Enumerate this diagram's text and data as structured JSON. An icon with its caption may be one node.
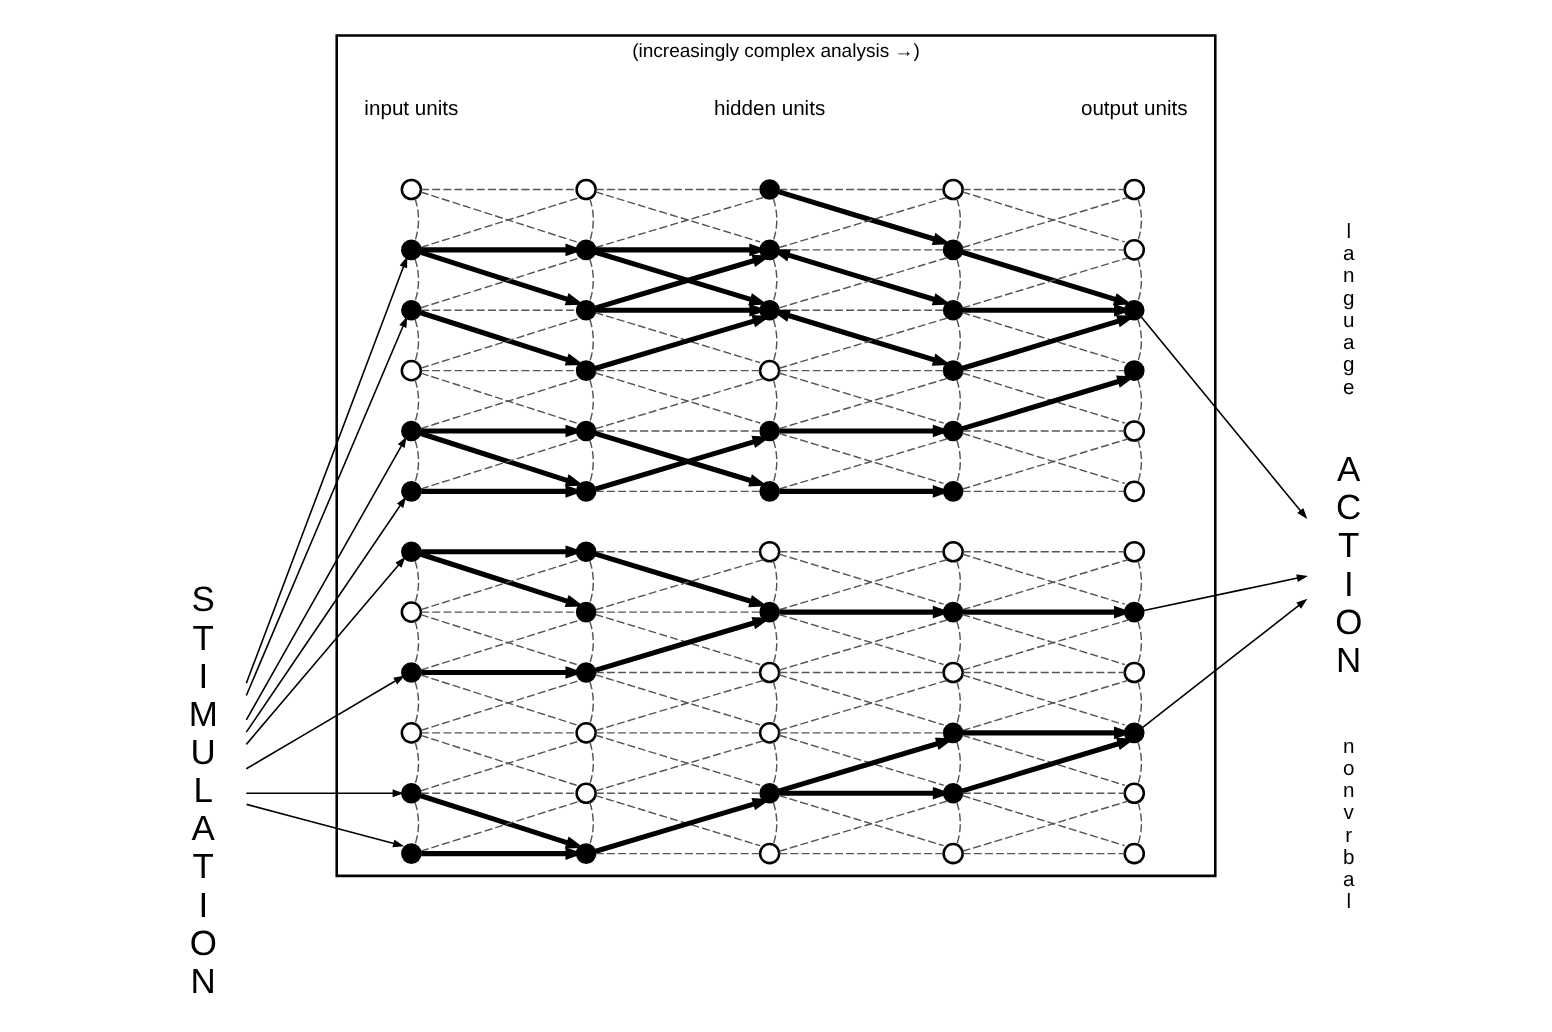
{
  "diagram": {
    "nodes": [
      {
        "text": [
          "STIMULATION"
        ]
      },
      {
        "text": [
          "(increasingly complex analysis →)"
        ]
      },
      {
        "text": [],
        "shape": "circle",
        "in": 1
      },
      {
        "text": [],
        "shape": "dot",
        "in": 1
      },
      {
        "text": [],
        "shape": "dot",
        "in": 1
      },
      {
        "text": [],
        "shape": "circle",
        "in": 1
      },
      {
        "text": [],
        "shape": "dot",
        "in": 1
      },
      {
        "text": [],
        "shape": "dot",
        "in": 1
      },
      {
        "text": [],
        "shape": "dot",
        "in": 1
      },
      {
        "text": [],
        "shape": "circle",
        "in": 1
      },
      {
        "text": [],
        "shape": "dot",
        "in": 1
      },
      {
        "text": [],
        "shape": "circle",
        "in": 1
      },
      {
        "text": [],
        "shape": "dot",
        "in": 1
      },
      {
        "text": [],
        "shape": "dot",
        "in": 1
      },
      {
        "text": [],
        "shape": "circle",
        "in": 1
      },
      {
        "text": [],
        "shape": "dot",
        "in": 1
      },
      {
        "text": [],
        "shape": "dot",
        "in": 1
      },
      {
        "text": [],
        "shape": "dot",
        "in": 1
      },
      {
        "text": [],
        "shape": "dot",
        "in": 1
      },
      {
        "text": [],
        "shape": "dot",
        "in": 1
      },
      {
        "text": [],
        "shape": "dot",
        "in": 1
      },
      {
        "text": [],
        "shape": "dot",
        "in": 1
      },
      {
        "text": [],
        "shape": "dot",
        "in": 1
      },
      {
        "text": [],
        "shape": "circle",
        "in": 1
      },
      {
        "text": [],
        "shape": "circle",
        "in": 1
      },
      {
        "text": [],
        "shape": "dot",
        "in": 1
      },
      {
        "text": [],
        "shape": "dot",
        "in": 1
      },
      {
        "text": [],
        "shape": "dot",
        "in": 1
      },
      {
        "text": [],
        "shape": "dot",
        "in": 1
      },
      {
        "text": [],
        "shape": "circle",
        "in": 1
      },
      {
        "text": [],
        "shape": "dot",
        "in": 1
      },
      {
        "text": [],
        "shape": "dot",
        "in": 1
      },
      {
        "text": [],
        "shape": "circle",
        "in": 1
      },
      {
        "text": [],
        "shape": "dot",
        "in": 1
      },
      {
        "text": [],
        "shape": "circle",
        "in": 1
      },
      {
        "text": [],
        "shape": "circle",
        "in": 1
      },
      {
        "text": [],
        "shape": "dot",
        "in": 1
      },
      {
        "text": [],
        "shape": "circle",
        "in": 1
      },
      {
        "text": [],
        "shape": "circle",
        "in": 1
      },
      {
        "text": [],
        "shape": "dot",
        "in": 1
      },
      {
        "text": [],
        "shape": "dot",
        "in": 1
      },
      {
        "text": [],
        "shape": "dot",
        "in": 1
      },
      {
        "text": [],
        "shape": "dot",
        "in": 1
      },
      {
        "text": [],
        "shape": "dot",
        "in": 1
      },
      {
        "text": [],
        "shape": "circle",
        "in": 1
      },
      {
        "text": [],
        "shape": "dot",
        "in": 1
      },
      {
        "text": [],
        "shape": "circle",
        "in": 1
      },
      {
        "text": [],
        "shape": "dot",
        "in": 1
      },
      {
        "text": [],
        "shape": "dot",
        "in": 1
      },
      {
        "text": [],
        "shape": "circle",
        "in": 1
      },
      {
        "text": [],
        "shape": "circle",
        "in": 1
      },
      {
        "text": [],
        "shape": "circle",
        "in": 1
      },
      {
        "text": [],
        "shape": "dot",
        "in": 1
      },
      {
        "text": [],
        "shape": "dot",
        "in": 1
      },
      {
        "text": [],
        "shape": "circle",
        "in": 1
      },
      {
        "text": [],
        "shape": "circle",
        "in": 1
      },
      {
        "text": [],
        "shape": "circle",
        "in": 1
      },
      {
        "text": [],
        "shape": "dot",
        "in": 1
      },
      {
        "text": [],
        "shape": "circle",
        "in": 1
      },
      {
        "text": [],
        "shape": "dot",
        "in": 1
      },
      {
        "text": [],
        "shape": "circle",
        "in": 1
      },
      {
        "text": [],
        "shape": "circle",
        "in": 1
      },
      {
        "text": [
          "ACTION"
        ]
      }
    ],
    "edges": [
      {
        "from": 0,
        "to": 3,
        "arrow": "to"
      },
      {
        "from": 0,
        "to": 4,
        "arrow": "to"
      },
      {
        "from": 0,
        "to": 6,
        "arrow": "to"
      },
      {
        "from": 0,
        "to": 7,
        "arrow": "to"
      },
      {
        "from": 0,
        "to": 8,
        "arrow": "to"
      },
      {
        "from": 0,
        "to": 10,
        "arrow": "to"
      },
      {
        "from": 0,
        "to": 12,
        "arrow": "to"
      },
      {
        "from": 0,
        "to": 13,
        "arrow": "to"
      },
      {
        "from": 2,
        "to": 14,
        "arrow": "none",
        "style": "dashed"
      },
      {
        "from": 2,
        "to": 15,
        "arrow": "none",
        "style": "dashed"
      },
      {
        "from": 3,
        "to": 14,
        "arrow": "none",
        "style": "dashed"
      },
      {
        "from": 3,
        "to": 15,
        "arrow": "to",
        "style": "thick"
      },
      {
        "from": 3,
        "to": 16,
        "arrow": "to",
        "style": "thick"
      },
      {
        "from": 4,
        "to": 15,
        "arrow": "none",
        "style": "dashed"
      },
      {
        "from": 4,
        "to": 16,
        "arrow": "none",
        "style": "dashed"
      },
      {
        "from": 4,
        "to": 17,
        "arrow": "to",
        "style": "thick"
      },
      {
        "from": 5,
        "to": 16,
        "arrow": "none",
        "style": "dashed"
      },
      {
        "from": 5,
        "to": 17,
        "arrow": "none",
        "style": "dashed"
      },
      {
        "from": 5,
        "to": 18,
        "arrow": "none",
        "style": "dashed"
      },
      {
        "from": 6,
        "to": 17,
        "arrow": "none",
        "style": "dashed"
      },
      {
        "from": 6,
        "to": 18,
        "arrow": "to",
        "style": "thick"
      },
      {
        "from": 6,
        "to": 19,
        "arrow": "to",
        "style": "thick"
      },
      {
        "from": 7,
        "to": 18,
        "arrow": "none",
        "style": "dashed"
      },
      {
        "from": 7,
        "to": 19,
        "arrow": "to",
        "style": "thick"
      },
      {
        "from": 8,
        "to": 20,
        "arrow": "to",
        "style": "thick"
      },
      {
        "from": 8,
        "to": 21,
        "arrow": "to",
        "style": "thick"
      },
      {
        "from": 9,
        "to": 20,
        "arrow": "none",
        "style": "dashed"
      },
      {
        "from": 9,
        "to": 21,
        "arrow": "none",
        "style": "dashed"
      },
      {
        "from": 9,
        "to": 22,
        "arrow": "none",
        "style": "dashed"
      },
      {
        "from": 10,
        "to": 21,
        "arrow": "none",
        "style": "dashed"
      },
      {
        "from": 10,
        "to": 22,
        "arrow": "to",
        "style": "thick"
      },
      {
        "from": 10,
        "to": 23,
        "arrow": "none",
        "style": "dashed"
      },
      {
        "from": 11,
        "to": 22,
        "arrow": "none",
        "style": "dashed"
      },
      {
        "from": 11,
        "to": 23,
        "arrow": "none",
        "style": "dashed"
      },
      {
        "from": 11,
        "to": 24,
        "arrow": "none",
        "style": "dashed"
      },
      {
        "from": 12,
        "to": 23,
        "arrow": "none",
        "style": "dashed"
      },
      {
        "from": 12,
        "to": 24,
        "arrow": "none",
        "style": "dashed"
      },
      {
        "from": 12,
        "to": 25,
        "arrow": "to",
        "style": "thick"
      },
      {
        "from": 13,
        "to": 24,
        "arrow": "none",
        "style": "dashed"
      },
      {
        "from": 13,
        "to": 25,
        "arrow": "to",
        "style": "thick"
      },
      {
        "from": 14,
        "to": 26,
        "arrow": "none",
        "style": "dashed"
      },
      {
        "from": 14,
        "to": 27,
        "arrow": "none",
        "style": "dashed"
      },
      {
        "from": 15,
        "to": 26,
        "arrow": "none",
        "style": "dashed"
      },
      {
        "from": 15,
        "to": 27,
        "arrow": "to",
        "style": "thick"
      },
      {
        "from": 15,
        "to": 28,
        "arrow": "to",
        "style": "thick"
      },
      {
        "from": 16,
        "to": 27,
        "arrow": "to",
        "style": "thick"
      },
      {
        "from": 16,
        "to": 28,
        "arrow": "to",
        "style": "thick"
      },
      {
        "from": 16,
        "to": 29,
        "arrow": "none",
        "style": "dashed"
      },
      {
        "from": 17,
        "to": 28,
        "arrow": "to",
        "style": "thick"
      },
      {
        "from": 17,
        "to": 29,
        "arrow": "none",
        "style": "dashed"
      },
      {
        "from": 17,
        "to": 30,
        "arrow": "none",
        "style": "dashed"
      },
      {
        "from": 18,
        "to": 29,
        "arrow": "none",
        "style": "dashed"
      },
      {
        "from": 18,
        "to": 30,
        "arrow": "none",
        "style": "dashed"
      },
      {
        "from": 18,
        "to": 31,
        "arrow": "to",
        "style": "thick"
      },
      {
        "from": 19,
        "to": 30,
        "arrow": "to",
        "style": "thick"
      },
      {
        "from": 19,
        "to": 31,
        "arrow": "none",
        "style": "dashed"
      },
      {
        "from": 20,
        "to": 32,
        "arrow": "none",
        "style": "dashed"
      },
      {
        "from": 20,
        "to": 33,
        "arrow": "to",
        "style": "thick"
      },
      {
        "from": 21,
        "to": 32,
        "arrow": "none",
        "style": "dashed"
      },
      {
        "from": 21,
        "to": 33,
        "arrow": "none",
        "style": "dashed"
      },
      {
        "from": 21,
        "to": 34,
        "arrow": "none",
        "style": "dashed"
      },
      {
        "from": 22,
        "to": 33,
        "arrow": "to",
        "style": "thick"
      },
      {
        "from": 22,
        "to": 34,
        "arrow": "none",
        "style": "dashed"
      },
      {
        "from": 22,
        "to": 35,
        "arrow": "none",
        "style": "dashed"
      },
      {
        "from": 23,
        "to": 34,
        "arrow": "none",
        "style": "dashed"
      },
      {
        "from": 23,
        "to": 35,
        "arrow": "none",
        "style": "dashed"
      },
      {
        "from": 23,
        "to": 36,
        "arrow": "none",
        "style": "dashed"
      },
      {
        "from": 24,
        "to": 35,
        "arrow": "none",
        "style": "dashed"
      },
      {
        "from": 24,
        "to": 36,
        "arrow": "none",
        "style": "dashed"
      },
      {
        "from": 24,
        "to": 37,
        "arrow": "none",
        "style": "dashed"
      },
      {
        "from": 25,
        "to": 36,
        "arrow": "to",
        "style": "thick"
      },
      {
        "from": 25,
        "to": 37,
        "arrow": "none",
        "style": "dashed"
      },
      {
        "from": 26,
        "to": 38,
        "arrow": "none",
        "style": "dashed"
      },
      {
        "from": 26,
        "to": 39,
        "arrow": "to",
        "style": "thick"
      },
      {
        "from": 27,
        "to": 38,
        "arrow": "none",
        "style": "dashed"
      },
      {
        "from": 27,
        "to": 39,
        "arrow": "none",
        "style": "dashed"
      },
      {
        "from": 27,
        "to": 40,
        "arrow": "both",
        "style": "thick"
      },
      {
        "from": 28,
        "to": 39,
        "arrow": "none",
        "style": "dashed"
      },
      {
        "from": 28,
        "to": 40,
        "arrow": "none",
        "style": "dashed"
      },
      {
        "from": 28,
        "to": 41,
        "arrow": "both",
        "style": "thick"
      },
      {
        "from": 29,
        "to": 40,
        "arrow": "none",
        "style": "dashed"
      },
      {
        "from": 29,
        "to": 41,
        "arrow": "none",
        "style": "dashed"
      },
      {
        "from": 29,
        "to": 42,
        "arrow": "none",
        "style": "dashed"
      },
      {
        "from": 30,
        "to": 41,
        "arrow": "none",
        "style": "dashed"
      },
      {
        "from": 30,
        "to": 42,
        "arrow": "to",
        "style": "thick"
      },
      {
        "from": 30,
        "to": 43,
        "arrow": "none",
        "style": "dashed"
      },
      {
        "from": 31,
        "to": 42,
        "arrow": "none",
        "style": "dashed"
      },
      {
        "from": 31,
        "to": 43,
        "arrow": "to",
        "style": "thick"
      },
      {
        "from": 32,
        "to": 44,
        "arrow": "none",
        "style": "dashed"
      },
      {
        "from": 32,
        "to": 45,
        "arrow": "none",
        "style": "dashed"
      },
      {
        "from": 33,
        "to": 44,
        "arrow": "none",
        "style": "dashed"
      },
      {
        "from": 33,
        "to": 45,
        "arrow": "to",
        "style": "thick"
      },
      {
        "from": 33,
        "to": 46,
        "arrow": "none",
        "style": "dashed"
      },
      {
        "from": 34,
        "to": 45,
        "arrow": "none",
        "style": "dashed"
      },
      {
        "from": 34,
        "to": 46,
        "arrow": "none",
        "style": "dashed"
      },
      {
        "from": 34,
        "to": 47,
        "arrow": "none",
        "style": "dashed"
      },
      {
        "from": 35,
        "to": 46,
        "arrow": "none",
        "style": "dashed"
      },
      {
        "from": 35,
        "to": 47,
        "arrow": "none",
        "style": "dashed"
      },
      {
        "from": 35,
        "to": 48,
        "arrow": "none",
        "style": "dashed"
      },
      {
        "from": 36,
        "to": 47,
        "arrow": "to",
        "style": "thick"
      },
      {
        "from": 36,
        "to": 48,
        "arrow": "to",
        "style": "thick"
      },
      {
        "from": 36,
        "to": 49,
        "arrow": "none",
        "style": "dashed"
      },
      {
        "from": 37,
        "to": 48,
        "arrow": "none",
        "style": "dashed"
      },
      {
        "from": 37,
        "to": 49,
        "arrow": "none",
        "style": "dashed"
      },
      {
        "from": 38,
        "to": 50,
        "arrow": "none",
        "style": "dashed"
      },
      {
        "from": 38,
        "to": 51,
        "arrow": "none",
        "style": "dashed"
      },
      {
        "from": 39,
        "to": 50,
        "arrow": "none",
        "style": "dashed"
      },
      {
        "from": 39,
        "to": 51,
        "arrow": "none",
        "style": "dashed"
      },
      {
        "from": 39,
        "to": 52,
        "arrow": "to",
        "style": "thick"
      },
      {
        "from": 40,
        "to": 51,
        "arrow": "none",
        "style": "dashed"
      },
      {
        "from": 40,
        "to": 52,
        "arrow": "to",
        "style": "thick"
      },
      {
        "from": 40,
        "to": 53,
        "arrow": "none",
        "style": "dashed"
      },
      {
        "from": 41,
        "to": 52,
        "arrow": "to",
        "style": "thick"
      },
      {
        "from": 41,
        "to": 53,
        "arrow": "none",
        "style": "dashed"
      },
      {
        "from": 41,
        "to": 54,
        "arrow": "none",
        "style": "dashed"
      },
      {
        "from": 42,
        "to": 53,
        "arrow": "to",
        "style": "thick"
      },
      {
        "from": 42,
        "to": 54,
        "arrow": "none",
        "style": "dashed"
      },
      {
        "from": 42,
        "to": 55,
        "arrow": "none",
        "style": "dashed"
      },
      {
        "from": 43,
        "to": 54,
        "arrow": "none",
        "style": "dashed"
      },
      {
        "from": 43,
        "to": 55,
        "arrow": "none",
        "style": "dashed"
      },
      {
        "from": 44,
        "to": 56,
        "arrow": "none",
        "style": "dashed"
      },
      {
        "from": 44,
        "to": 57,
        "arrow": "none",
        "style": "dashed"
      },
      {
        "from": 45,
        "to": 56,
        "arrow": "none",
        "style": "dashed"
      },
      {
        "from": 45,
        "to": 57,
        "arrow": "to",
        "style": "thick"
      },
      {
        "from": 45,
        "to": 58,
        "arrow": "none",
        "style": "dashed"
      },
      {
        "from": 46,
        "to": 57,
        "arrow": "none",
        "style": "dashed"
      },
      {
        "from": 46,
        "to": 58,
        "arrow": "none",
        "style": "dashed"
      },
      {
        "from": 46,
        "to": 59,
        "arrow": "none",
        "style": "dashed"
      },
      {
        "from": 47,
        "to": 58,
        "arrow": "none",
        "style": "dashed"
      },
      {
        "from": 47,
        "to": 59,
        "arrow": "to",
        "style": "thick"
      },
      {
        "from": 47,
        "to": 60,
        "arrow": "none",
        "style": "dashed"
      },
      {
        "from": 48,
        "to": 59,
        "arrow": "to",
        "style": "thick"
      },
      {
        "from": 48,
        "to": 60,
        "arrow": "none",
        "style": "dashed"
      },
      {
        "from": 48,
        "to": 61,
        "arrow": "none",
        "style": "dashed"
      },
      {
        "from": 49,
        "to": 60,
        "arrow": "none",
        "style": "dashed"
      },
      {
        "from": 49,
        "to": 61,
        "arrow": "none",
        "style": "dashed"
      },
      {
        "from": 52,
        "to": 62,
        "arrow": "to"
      },
      {
        "from": 57,
        "to": 62,
        "arrow": "to"
      },
      {
        "from": 59,
        "to": 62,
        "arrow": "to"
      },
      {
        "from": 2,
        "to": 3,
        "arrow": "none",
        "style": "dashed"
      },
      {
        "from": 3,
        "to": 4,
        "arrow": "none",
        "style": "dashed"
      },
      {
        "from": 4,
        "to": 5,
        "arrow": "none",
        "style": "dashed"
      },
      {
        "from": 5,
        "to": 6,
        "arrow": "none",
        "style": "dashed"
      },
      {
        "from": 6,
        "to": 7,
        "arrow": "none",
        "style": "dashed"
      },
      {
        "from": 8,
        "to": 9,
        "arrow": "none",
        "style": "dashed"
      },
      {
        "from": 9,
        "to": 10,
        "arrow": "none",
        "style": "dashed"
      },
      {
        "from": 10,
        "to": 11,
        "arrow": "none",
        "style": "dashed"
      },
      {
        "from": 11,
        "to": 12,
        "arrow": "none",
        "style": "dashed"
      },
      {
        "from": 12,
        "to": 13,
        "arrow": "none",
        "style": "dashed"
      },
      {
        "from": 14,
        "to": 15,
        "arrow": "none",
        "style": "dashed"
      },
      {
        "from": 15,
        "to": 16,
        "arrow": "none",
        "style": "dashed"
      },
      {
        "from": 16,
        "to": 17,
        "arrow": "none",
        "style": "dashed"
      },
      {
        "from": 17,
        "to": 18,
        "arrow": "none",
        "style": "dashed"
      },
      {
        "from": 18,
        "to": 19,
        "arrow": "none",
        "style": "dashed"
      },
      {
        "from": 20,
        "to": 21,
        "arrow": "none",
        "style": "dashed"
      },
      {
        "from": 21,
        "to": 22,
        "arrow": "none",
        "style": "dashed"
      },
      {
        "from": 22,
        "to": 23,
        "arrow": "none",
        "style": "dashed"
      },
      {
        "from": 23,
        "to": 24,
        "arrow": "none",
        "style": "dashed"
      },
      {
        "from": 24,
        "to": 25,
        "arrow": "none",
        "style": "dashed"
      },
      {
        "from": 26,
        "to": 27,
        "arrow": "none",
        "style": "dashed"
      },
      {
        "from": 27,
        "to": 28,
        "arrow": "none",
        "style": "dashed"
      },
      {
        "from": 28,
        "to": 29,
        "arrow": "none",
        "style": "dashed"
      },
      {
        "from": 29,
        "to": 30,
        "arrow": "none",
        "style": "dashed"
      },
      {
        "from": 30,
        "to": 31,
        "arrow": "none",
        "style": "dashed"
      },
      {
        "from": 32,
        "to": 33,
        "arrow": "none",
        "style": "dashed"
      },
      {
        "from": 33,
        "to": 34,
        "arrow": "none",
        "style": "dashed"
      },
      {
        "from": 34,
        "to": 35,
        "arrow": "none",
        "style": "dashed"
      },
      {
        "from": 35,
        "to": 36,
        "arrow": "none",
        "style": "dashed"
      },
      {
        "from": 36,
        "to": 37,
        "arrow": "none",
        "style": "dashed"
      },
      {
        "from": 38,
        "to": 39,
        "arrow": "none",
        "style": "dashed"
      },
      {
        "from": 39,
        "to": 40,
        "arrow": "none",
        "style": "dashed"
      },
      {
        "from": 40,
        "to": 41,
        "arrow": "none",
        "style": "dashed"
      },
      {
        "from": 41,
        "to": 42,
        "arrow": "none",
        "style": "dashed"
      },
      {
        "from": 42,
        "to": 43,
        "arrow": "none",
        "style": "dashed"
      },
      {
        "from": 44,
        "to": 45,
        "arrow": "none",
        "style": "dashed"
      },
      {
        "from": 45,
        "to": 46,
        "arrow": "none",
        "style": "dashed"
      },
      {
        "from": 46,
        "to": 47,
        "arrow": "none",
        "style": "dashed"
      },
      {
        "from": 47,
        "to": 48,
        "arrow": "none",
        "style": "dashed"
      },
      {
        "from": 48,
        "to": 49,
        "arrow": "none",
        "style": "dashed"
      },
      {
        "from": 50,
        "to": 51,
        "arrow": "none",
        "style": "dashed"
      },
      {
        "from": 51,
        "to": 52,
        "arrow": "none",
        "style": "dashed"
      },
      {
        "from": 52,
        "to": 53,
        "arrow": "none",
        "style": "dashed"
      },
      {
        "from": 53,
        "to": 54,
        "arrow": "none",
        "style": "dashed"
      },
      {
        "from": 54,
        "to": 55,
        "arrow": "none",
        "style": "dashed"
      },
      {
        "from": 56,
        "to": 57,
        "arrow": "none",
        "style": "dashed"
      },
      {
        "from": 57,
        "to": 58,
        "arrow": "none",
        "style": "dashed"
      },
      {
        "from": 58,
        "to": 59,
        "arrow": "none",
        "style": "dashed"
      },
      {
        "from": 59,
        "to": 60,
        "arrow": "none",
        "style": "dashed"
      },
      {
        "from": 60,
        "to": 61,
        "arrow": "none",
        "style": "dashed"
      }
    ],
    "labels": [
      "input units",
      "hidden units",
      "output units",
      "language",
      "nonvrbal"
    ]
  }
}
